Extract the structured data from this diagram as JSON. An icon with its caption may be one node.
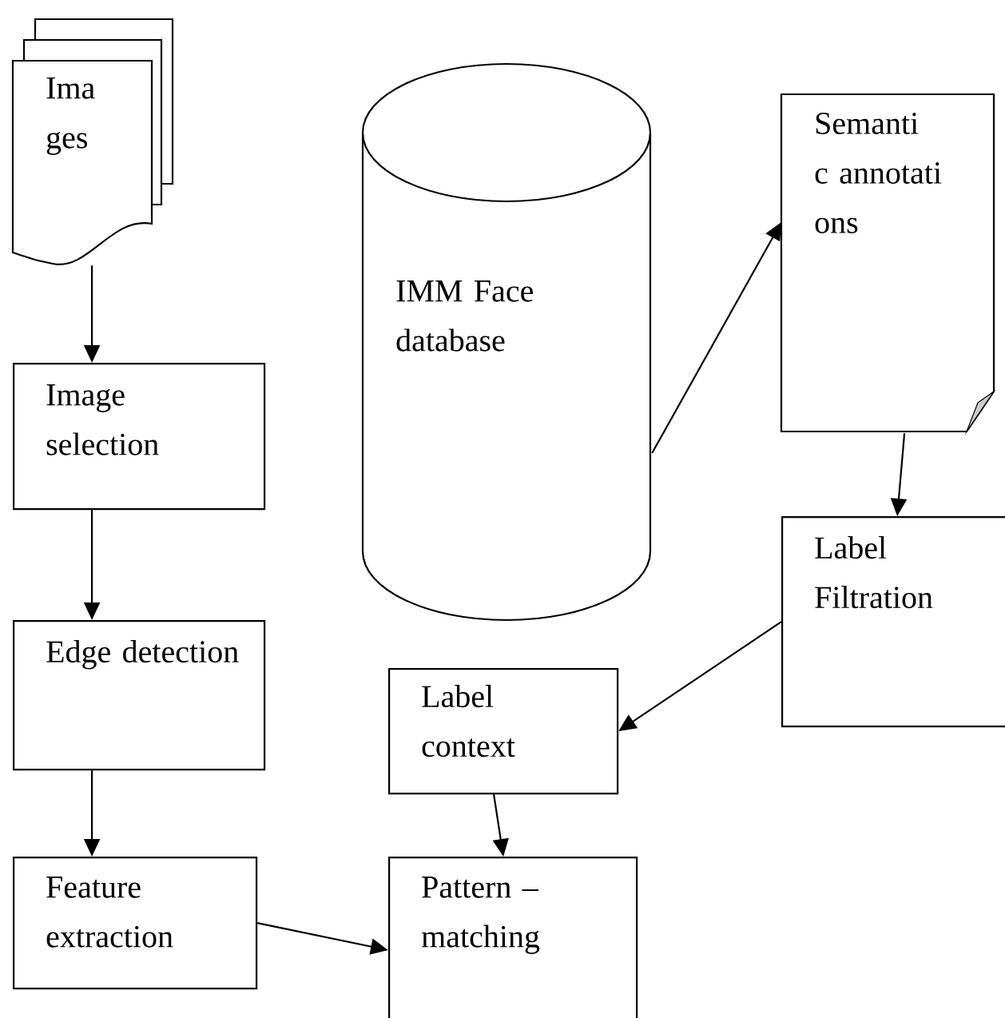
{
  "diagram": {
    "nodes": [
      {
        "text": [
          "Ima ges"
        ]
      },
      {
        "text": [
          "Image selection"
        ]
      },
      {
        "text": [
          "Edge detection"
        ]
      },
      {
        "text": [
          "Feature extraction"
        ]
      },
      {
        "text": [
          "IMM Face database"
        ]
      },
      {
        "text": [
          "Semanti c annotati ons"
        ]
      },
      {
        "text": [
          "Label Filtration"
        ]
      },
      {
        "text": [
          "Label context"
        ]
      },
      {
        "text": [
          "Pattern – matching"
        ]
      }
    ],
    "edges": [
      {
        "from": 0,
        "to": 1,
        "arrow": "to"
      },
      {
        "from": 1,
        "to": 2,
        "arrow": "to"
      },
      {
        "from": 2,
        "to": 3,
        "arrow": "to"
      },
      {
        "from": 3,
        "to": 8,
        "arrow": "to"
      },
      {
        "from": 4,
        "to": 5,
        "arrow": "to"
      },
      {
        "from": 5,
        "to": 6,
        "arrow": "to"
      },
      {
        "from": 6,
        "to": 7,
        "arrow": "to"
      },
      {
        "from": 7,
        "to": 8,
        "arrow": "to"
      }
    ]
  }
}
